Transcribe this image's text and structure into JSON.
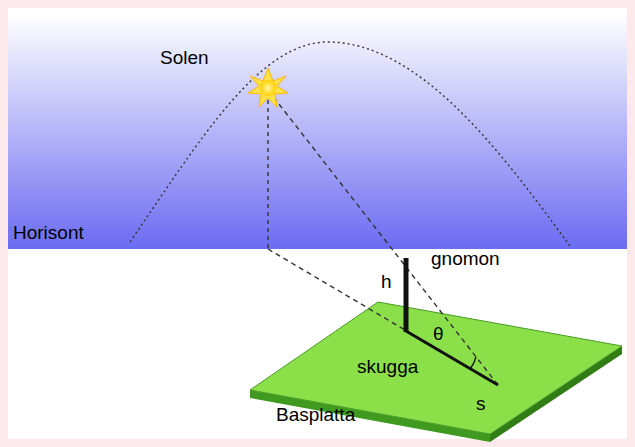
{
  "diagram": {
    "labels": [
      "Solen",
      "Horisont",
      "gnomon",
      "h",
      "θ",
      "skugga",
      "s",
      "Basplatta"
    ]
  }
}
